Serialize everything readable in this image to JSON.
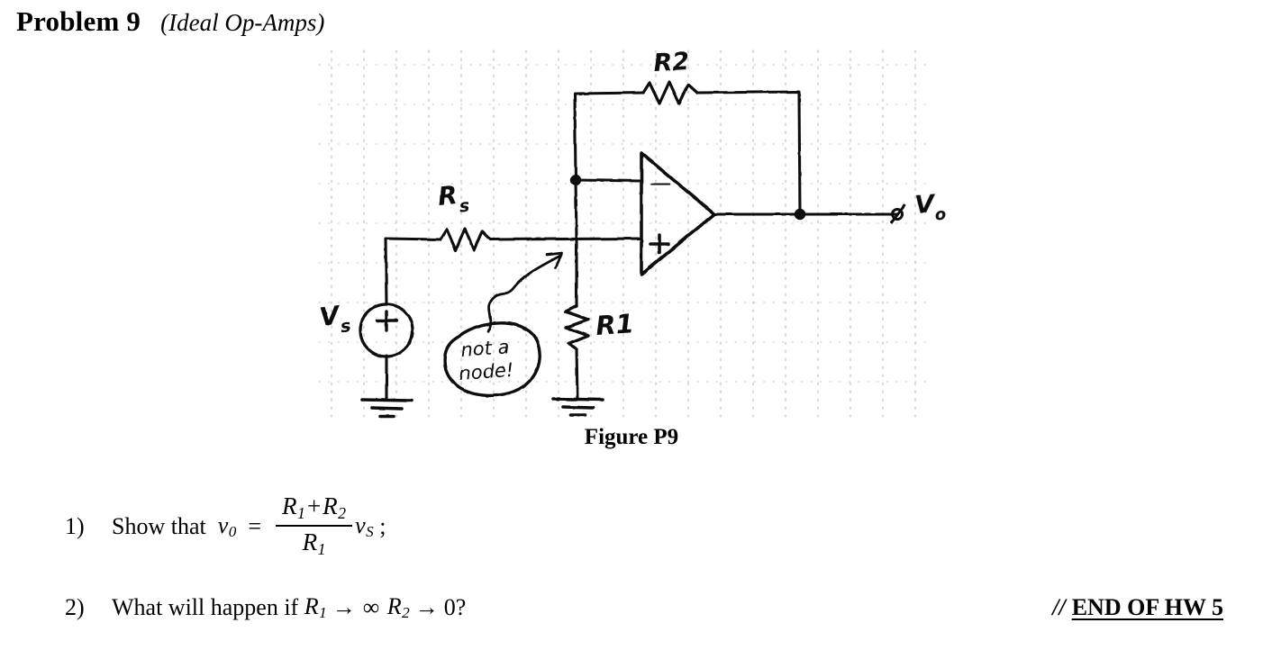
{
  "title": {
    "main": "Problem 9",
    "subtitle": "(Ideal Op-Amps)"
  },
  "figure": {
    "caption": "Figure P9",
    "labels": {
      "source": "Vs",
      "source_plus": "+",
      "source_minus": "−",
      "rs": "Rs",
      "rs_base": "R",
      "rs_sub": "s",
      "r1": "R1",
      "r2": "R2",
      "output": "Vo",
      "output_base": "V",
      "output_sub": "o",
      "opamp_inverting": "−",
      "opamp_noninverting": "+",
      "annotation_line1": "not a",
      "annotation_line2": "node!"
    },
    "ink_color": "#111111",
    "grid_color": "#b8b8b8"
  },
  "questions": [
    {
      "number": "1)",
      "lead": "Show that",
      "var_v": "v",
      "var_v_sub": "0",
      "equals": "=",
      "numerator_left": "R",
      "numerator_left_sub": "1",
      "numerator_op": "+",
      "numerator_right": "R",
      "numerator_right_sub": "2",
      "denominator": "R",
      "denominator_sub": "1",
      "tail_var": "v",
      "tail_var_sub": "S",
      "terminator": ";"
    },
    {
      "number": "2)",
      "lead": "What will happen if",
      "var1": "R",
      "var1_sub": "1",
      "arrow1": "→",
      "limit1": "∞",
      "var2": "R",
      "var2_sub": "2",
      "arrow2": "→",
      "limit2": "0",
      "terminator": "?"
    }
  ],
  "end_marker": {
    "slashes": "//",
    "text": "END OF HW 5"
  }
}
